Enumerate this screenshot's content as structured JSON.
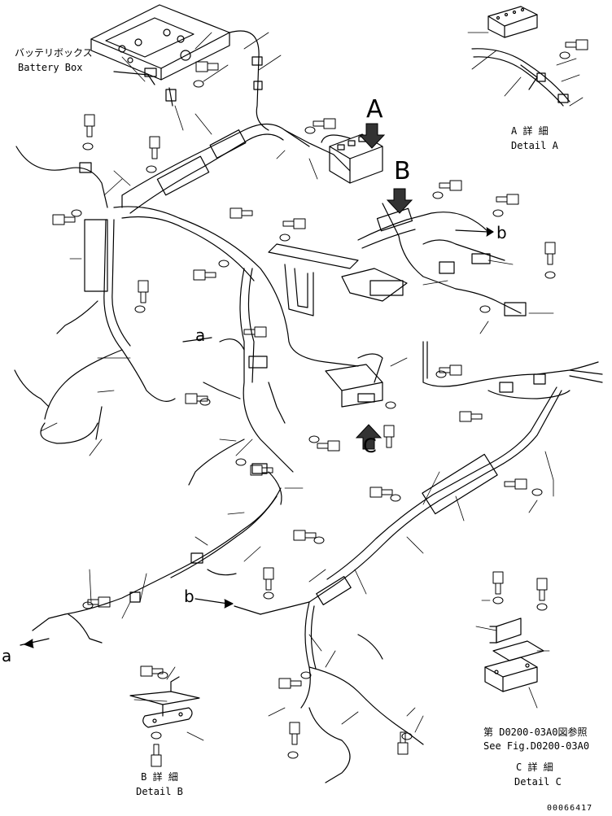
{
  "labels": {
    "battery_box_jp": "バッテリボックス",
    "battery_box_en": "Battery Box",
    "view_a": "A",
    "view_b": "B",
    "detail_a_jp": "A 詳 細",
    "detail_a_en": "Detail A",
    "detail_b_jp": "B 詳 細",
    "detail_b_en": "Detail B",
    "detail_c_jp": "C 詳 細",
    "detail_c_en": "Detail C",
    "ref_jp": "第 D0200-03A0図参照",
    "ref_en": "See Fig.D0200-03A0",
    "conn_a_upper": "a",
    "conn_a_lower": "a",
    "conn_b_upper": "b",
    "conn_b_lower": "b",
    "arrow_c": "C",
    "drawing_no": "00066417"
  }
}
